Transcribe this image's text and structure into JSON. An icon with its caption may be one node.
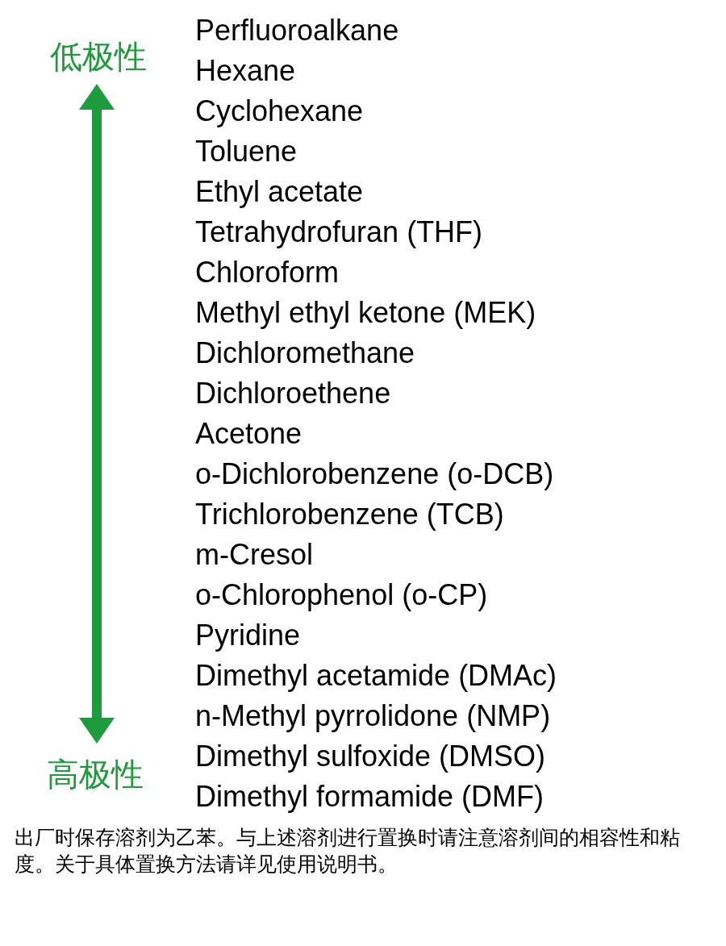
{
  "diagram": {
    "labels": [
      "低极性",
      "Perfluoroalkane",
      "Hexane",
      "Cyclohexane",
      "Toluene",
      "Ethyl acetate",
      "Tetrahydrofuran (THF)",
      "Chloroform",
      "Methyl ethyl ketone (MEK)",
      "Dichloromethane",
      "Dichloroethene",
      "Acetone",
      "o-Dichlorobenzene (o-DCB)",
      "Trichlorobenzene (TCB)",
      "m-Cresol",
      "o-Chlorophenol (o-CP)",
      "Pyridine",
      "Dimethyl acetamide (DMAc)",
      "n-Methyl pyrrolidone (NMP)",
      "Dimethyl sulfoxide (DMSO)",
      "Dimethyl formamide (DMF)",
      "高极性",
      "出厂时保存溶剂为乙苯。与上述溶剂进行置换时请注意溶剂间的相容性和粘度。关于具体置换方法请详见使用说明书。"
    ]
  }
}
